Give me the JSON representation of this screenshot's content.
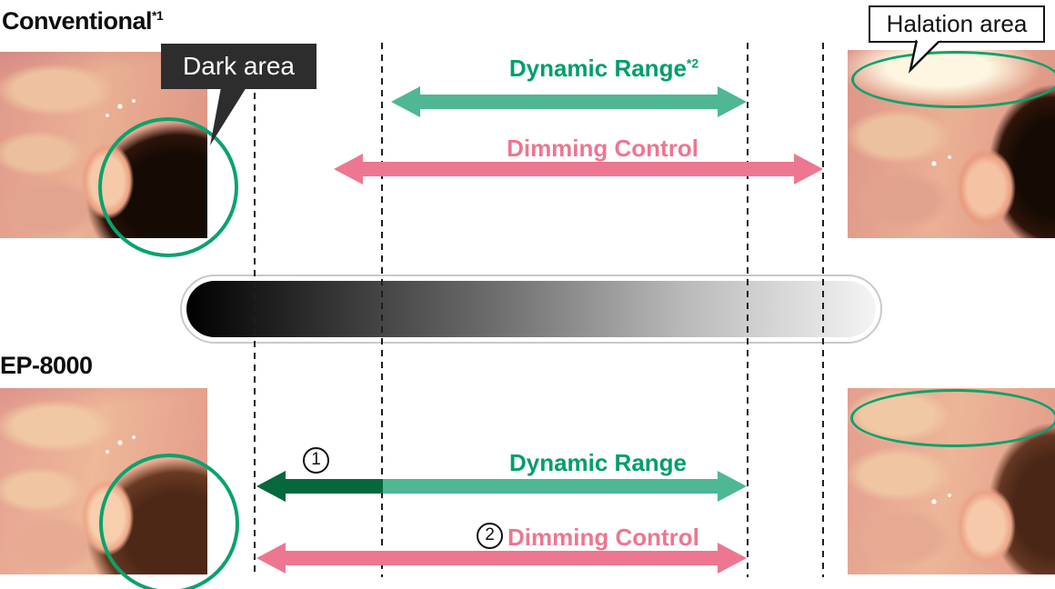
{
  "figure": {
    "conventional": {
      "title": "Conventional",
      "title_note": "*1",
      "callouts": {
        "dark_area": "Dark area",
        "halation_area": "Halation area"
      },
      "dynamic_range": {
        "label": "Dynamic Range",
        "note": "*2"
      },
      "dimming_control": {
        "label": "Dimming Control"
      }
    },
    "ep8000": {
      "title": "EP-8000",
      "dynamic_range": {
        "label": "Dynamic Range",
        "marker": "1"
      },
      "dimming_control": {
        "label": "Dimming Control",
        "marker": "2"
      }
    },
    "colors": {
      "teal_text": "#009E6B",
      "teal_arrow": "#4FB793",
      "dark_green_extended_range": "#05693D",
      "pink": "#ED7790",
      "annotation_ring": "#0AA26C",
      "callout_dark_bg": "#2D2D2D",
      "dashed_line": "#1E1E1E",
      "gradient_bar": [
        "#000000",
        "#F4F4F4"
      ]
    }
  }
}
